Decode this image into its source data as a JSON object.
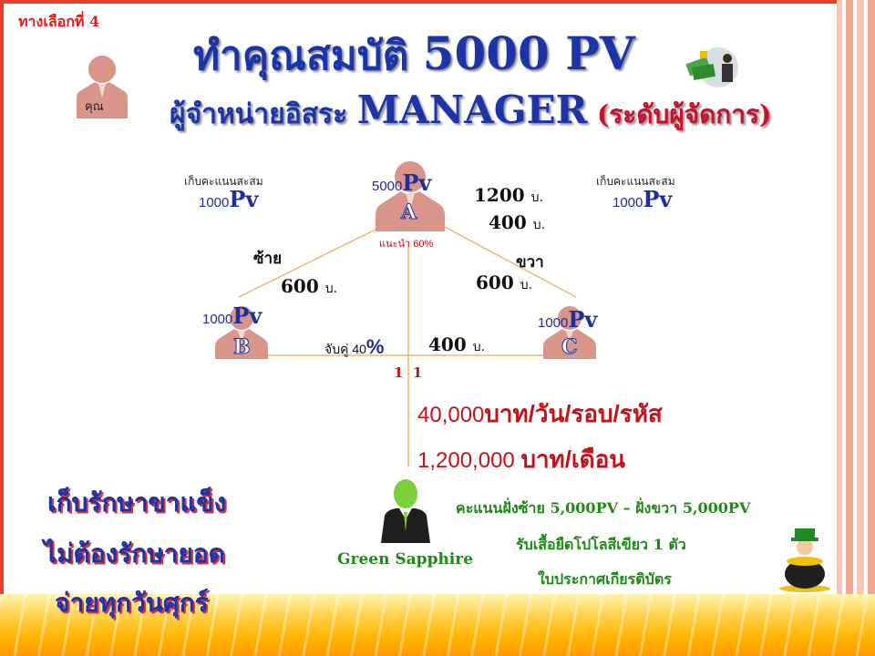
{
  "option_label": "ทางเลือกที่ 4",
  "title": {
    "prefix": "ทำคุณสมบัติ",
    "value": "5000 PV"
  },
  "subtitle": {
    "prefix": "ผู้จำหน่ายอิสระ",
    "rank": "MANAGER",
    "rank_thai": "(ระดับผู้จัดการ)"
  },
  "you_label": "คุณ",
  "node_a": {
    "letter": "A",
    "pv_num": "5000",
    "pv_unit": "Pv",
    "referral": "แนะนำ 60%",
    "amount1": "1200",
    "amount2": "400",
    "unit": "บ."
  },
  "left_collect": {
    "label": "เก็บคะแนนสะสม",
    "pv_num": "1000",
    "pv_unit": "Pv"
  },
  "right_collect": {
    "label": "เก็บคะแนนสะสม",
    "pv_num": "1000",
    "pv_unit": "Pv"
  },
  "left_branch": {
    "label": "ซ้าย",
    "amount": "600",
    "unit": "บ."
  },
  "right_branch": {
    "label": "ขวา",
    "amount": "600",
    "unit": "บ."
  },
  "node_b": {
    "letter": "B",
    "pv_num": "1000",
    "pv_unit": "Pv"
  },
  "node_c": {
    "letter": "C",
    "pv_num": "1000",
    "pv_unit": "Pv"
  },
  "matching": {
    "label": "จับคู่ 40",
    "percent": "%",
    "amount": "400",
    "unit": "บ.",
    "ratio": "1  1"
  },
  "income_day": {
    "num": "40,000",
    "text": "บาท/วัน/รอบ/รหัส"
  },
  "income_month": {
    "num": "1,200,000",
    "text": "บาท/เดือน"
  },
  "rank_badge": "Green Sapphire",
  "perks": [
    "คะแนนฝั่งซ้าย 5,000PV – ฝั่งขวา 5,000PV",
    "รับเสื้อยืดโปโลสีเขียว 1 ตัว",
    "ใบประกาศเกียรติบัตร"
  ],
  "slogans": [
    "เก็บรักษาขาแข็ง",
    "ไม่ต้องรักษายอด",
    "จ่ายทุกวันศุกร์"
  ],
  "colors": {
    "title_blue": "#1b34a8",
    "accent_red": "#c4121a",
    "perk_green": "#1e8a16",
    "frame_red": "#e8402a"
  }
}
